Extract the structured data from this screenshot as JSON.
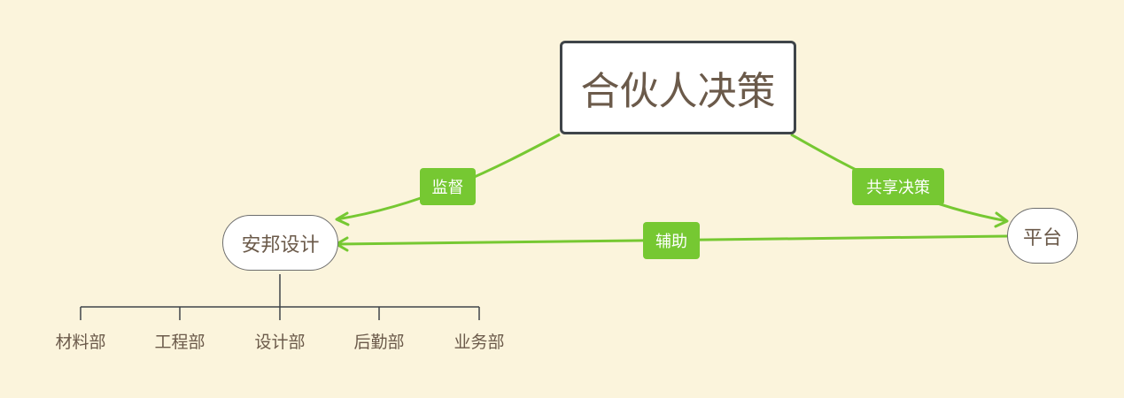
{
  "colors": {
    "background": "#fbf4dc",
    "connector": "#76c832",
    "tree_line": "#3f4449",
    "text": "#6b5a4a"
  },
  "diagram": {
    "root": {
      "label": "合伙人决策"
    },
    "nodes": [
      {
        "id": "anbang",
        "label": "安邦设计"
      },
      {
        "id": "pingtai",
        "label": "平台"
      }
    ],
    "relations": [
      {
        "from": "root",
        "to": "anbang",
        "label": "监督"
      },
      {
        "from": "root",
        "to": "pingtai",
        "label": "共享决策"
      },
      {
        "from": "pingtai",
        "to": "anbang",
        "label": "辅助"
      }
    ],
    "departments": [
      "材料部",
      "工程部",
      "设计部",
      "后勤部",
      "业务部"
    ]
  }
}
